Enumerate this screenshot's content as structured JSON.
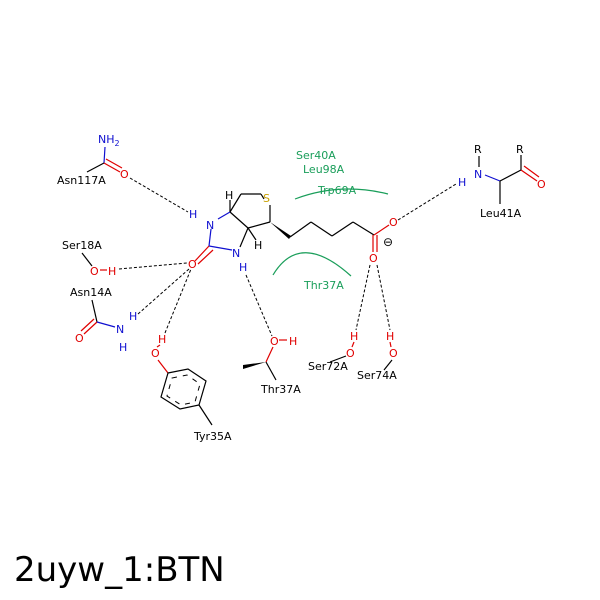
{
  "title": "2uyw_1:BTN",
  "residues": {
    "asn117": "Asn117A",
    "ser18": "Ser18A",
    "asn14": "Asn14A",
    "tyr35": "Tyr35A",
    "thr37": "Thr37A",
    "ser72": "Ser72A",
    "ser74": "Ser74A",
    "leu41": "Leu41A"
  },
  "hydrophobic": {
    "ser40": "Ser40A",
    "leu98": "Leu98A",
    "trp69": "Trp69A",
    "thr37": "Thr37A"
  },
  "atoms": {
    "o": "O",
    "n": "N",
    "h": "H",
    "s": "S",
    "r": "R",
    "nh2_n": "NH",
    "nh2_sub": "2",
    "charge": "⊖"
  }
}
